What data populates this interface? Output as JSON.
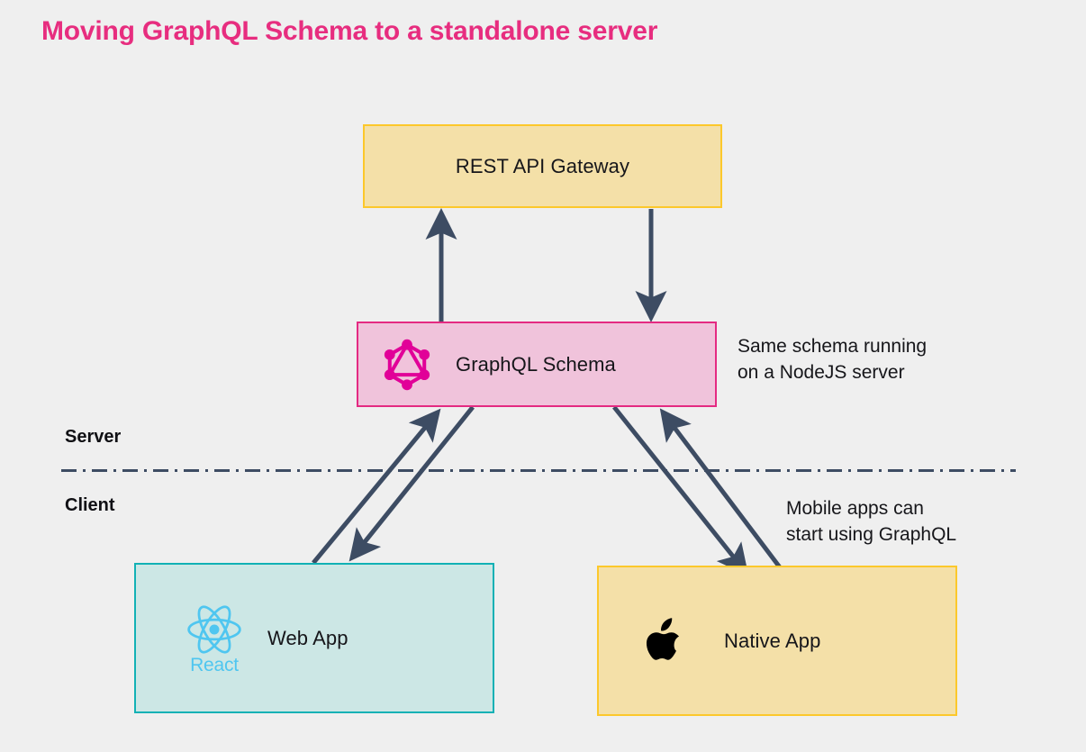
{
  "page": {
    "title": "Moving GraphQL Schema to a standalone server",
    "background_color": "#EFEFEF",
    "title_color": "#E72D7F"
  },
  "zones": {
    "server_label": "Server",
    "client_label": "Client",
    "divider_style": "dash-dot",
    "divider_color": "#3D4C63"
  },
  "nodes": {
    "rest_gateway": {
      "label": "REST API Gateway",
      "fill": "#F4E0A8",
      "border": "#FCC82B"
    },
    "graphql_schema": {
      "label": "GraphQL Schema",
      "fill": "#F0C3DB",
      "border": "#E42A82",
      "icon": "graphql-logo-icon",
      "icon_color": "#E10098"
    },
    "web_app": {
      "label": "Web App",
      "fill": "#CCE7E5",
      "border": "#11B1B5",
      "icon": "react-logo-icon",
      "icon_color": "#4FC6F0",
      "icon_caption": "React"
    },
    "native_app": {
      "label": "Native App",
      "fill": "#F4E0A8",
      "border": "#FCC82B",
      "icon": "apple-logo-icon",
      "icon_color": "#000000"
    }
  },
  "annotations": {
    "schema_note": "Same schema running\non a NodeJS server",
    "mobile_note": "Mobile apps can\nstart using GraphQL"
  },
  "arrows": {
    "color": "#3D4C63",
    "items": [
      {
        "name": "graphql-to-rest",
        "from": "graphql_schema",
        "to": "rest_gateway",
        "direction": "up"
      },
      {
        "name": "rest-to-graphql",
        "from": "rest_gateway",
        "to": "graphql_schema",
        "direction": "down"
      },
      {
        "name": "webapp-to-graphql",
        "from": "web_app",
        "to": "graphql_schema",
        "direction": "up-right"
      },
      {
        "name": "graphql-to-webapp",
        "from": "graphql_schema",
        "to": "web_app",
        "direction": "down-left"
      },
      {
        "name": "nativeapp-to-graphql",
        "from": "native_app",
        "to": "graphql_schema",
        "direction": "up-left"
      },
      {
        "name": "graphql-to-nativeapp",
        "from": "graphql_schema",
        "to": "native_app",
        "direction": "down-right"
      }
    ]
  }
}
